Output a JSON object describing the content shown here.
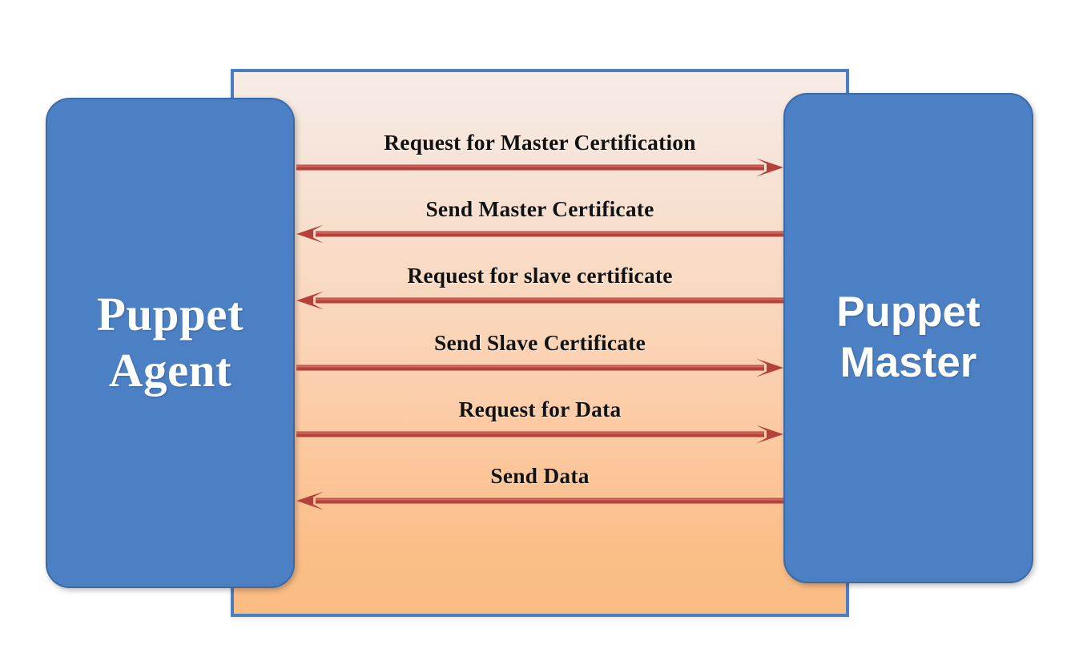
{
  "diagram": {
    "type": "sequence-diagram",
    "title": "Puppet Agent / Puppet Master certificate and data exchange",
    "colors": {
      "node_fill": "#4c80c4",
      "node_border": "#3b6aa8",
      "node_text": "#ffffff",
      "panel_border": "#4a7ec2",
      "panel_gradient_top": "#f7ece6",
      "panel_gradient_bottom": "#fbbc84",
      "arrow": "#b5413a",
      "arrow_highlight": "#cf6a5f",
      "label_text": "#141210",
      "background": "#ffffff"
    },
    "nodes": {
      "left": {
        "label": "Puppet\nAgent",
        "name": "Puppet Agent"
      },
      "right": {
        "label": "Puppet\nMaster",
        "name": "Puppet Master"
      }
    },
    "messages": [
      {
        "label": "Request for Master Certification",
        "direction": "right",
        "from": "Puppet Agent",
        "to": "Puppet Master",
        "step": 1
      },
      {
        "label": "Send Master Certificate",
        "direction": "left",
        "from": "Puppet Master",
        "to": "Puppet Agent",
        "step": 2
      },
      {
        "label": "Request for slave certificate",
        "direction": "left",
        "from": "Puppet Master",
        "to": "Puppet Agent",
        "step": 3
      },
      {
        "label": "Send Slave Certificate",
        "direction": "right",
        "from": "Puppet Agent",
        "to": "Puppet Master",
        "step": 4
      },
      {
        "label": "Request for Data",
        "direction": "right",
        "from": "Puppet Agent",
        "to": "Puppet Master",
        "step": 5
      },
      {
        "label": "Send Data",
        "direction": "left",
        "from": "Puppet Master",
        "to": "Puppet Agent",
        "step": 6
      }
    ]
  }
}
